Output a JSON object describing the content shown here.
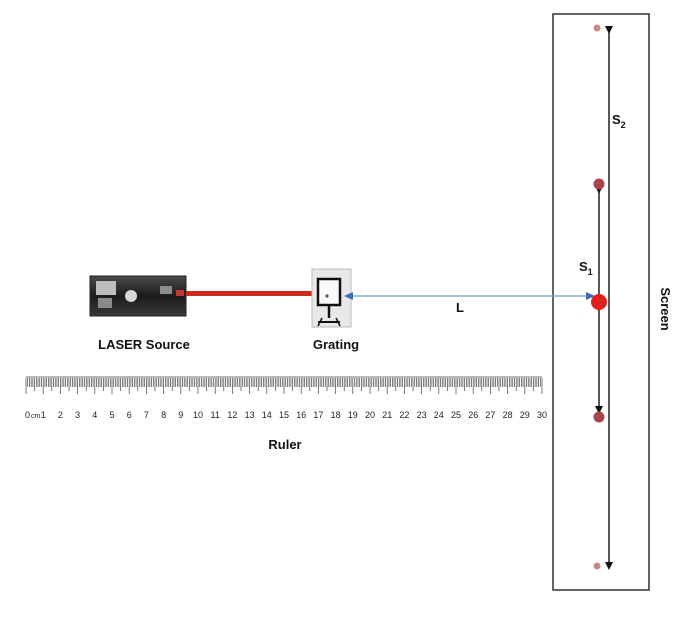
{
  "labels": {
    "laser": "LASER Source",
    "grating": "Grating",
    "ruler": "Ruler",
    "screen": "Screen",
    "distance": "L",
    "s1_letter": "S",
    "s1_sub": "1",
    "s2_letter": "S",
    "s2_sub": "2"
  },
  "ruler": {
    "unit": "cm",
    "numbers": [
      "0",
      "1",
      "2",
      "3",
      "4",
      "5",
      "6",
      "7",
      "8",
      "9",
      "10",
      "11",
      "12",
      "13",
      "14",
      "15",
      "16",
      "17",
      "18",
      "19",
      "20",
      "21",
      "22",
      "23",
      "24",
      "25",
      "26",
      "27",
      "28",
      "29",
      "30"
    ]
  },
  "colors": {
    "beam": "#cc2a1a",
    "central_spot": "#e0201a",
    "first_order_spot": "#a8454a",
    "second_order_spot": "#c98a84",
    "distance_arrow": "#6f9ed8",
    "outline": "#111111"
  },
  "icons": {
    "laser": "laser-device-icon",
    "grating": "grating-holder-icon"
  }
}
